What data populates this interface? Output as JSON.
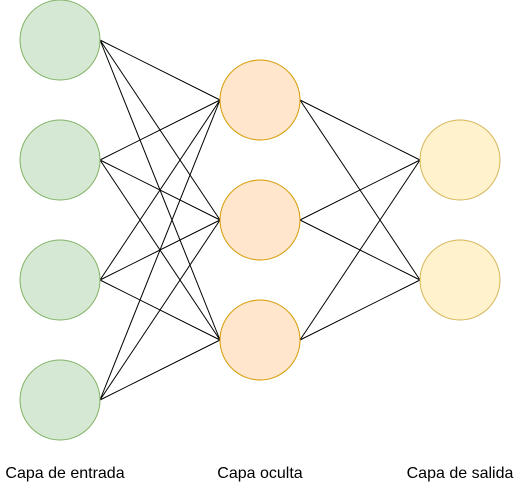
{
  "diagram": {
    "layers": [
      {
        "id": "input",
        "label": "Capa de entrada",
        "neuron_count": 4,
        "fill": "#d5e8d4",
        "stroke": "#82b366"
      },
      {
        "id": "hidden",
        "label": "Capa oculta",
        "neuron_count": 3,
        "fill": "#ffe6cc",
        "stroke": "#d79b00"
      },
      {
        "id": "output",
        "label": "Capa de salida",
        "neuron_count": 2,
        "fill": "#fff2cc",
        "stroke": "#d6b656"
      }
    ],
    "connection_color": "#000000",
    "connectivity": "fully-connected"
  }
}
